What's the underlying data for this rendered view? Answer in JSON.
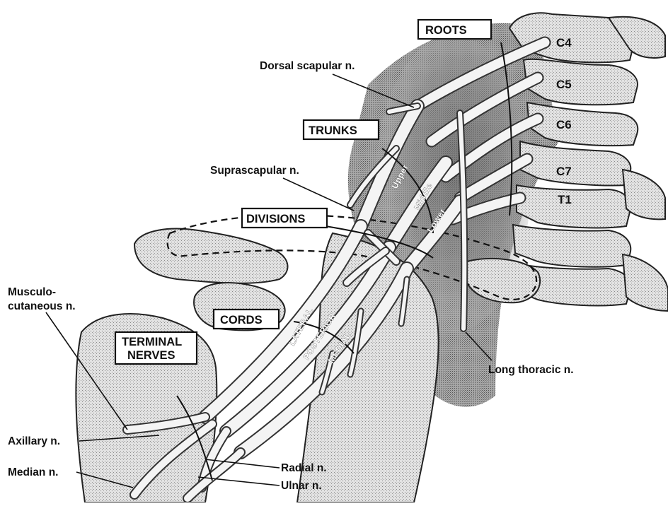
{
  "boxes": {
    "roots": "ROOTS",
    "trunks": "TRUNKS",
    "divisions": "DIVISIONS",
    "cords": "CORDS",
    "terminal_line1": "TERMINAL",
    "terminal_line2": "NERVES"
  },
  "vertebrae": [
    "C4",
    "C5",
    "C6",
    "C7",
    "T1"
  ],
  "trunk_labels": {
    "upper": "Upper",
    "middle": "Middle",
    "lower": "Lower"
  },
  "cord_labels": {
    "lateral": "LATERAL",
    "posterior": "POSTERIOR",
    "medial": "MEDIAL"
  },
  "nerve_labels": {
    "dorsal_scapular": "Dorsal scapular n.",
    "suprascapular": "Suprascapular n.",
    "musculo_line1": "Musculo-",
    "musculo_line2": "cutaneous n.",
    "axillary": "Axillary n.",
    "median": "Median n.",
    "radial": "Radial n.",
    "ulnar": "Ulnar n.",
    "long_thoracic": "Long thoracic n."
  }
}
